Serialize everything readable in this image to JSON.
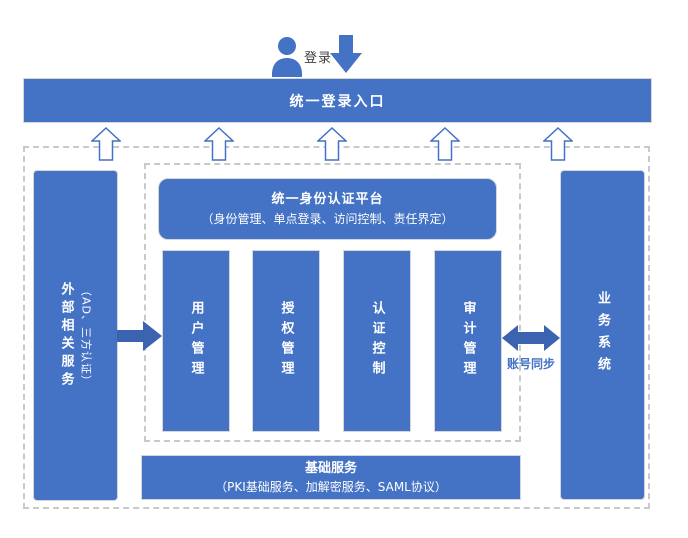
{
  "login": {
    "label": "登录"
  },
  "top_bar": {
    "label": "统一登录入口"
  },
  "outer": {
    "left_bar": {
      "title": "外部相关服务",
      "subtitle": "（AD、三方认证）"
    },
    "platform": {
      "title": "统一身份认证平台",
      "subtitle": "（身份管理、单点登录、访问控制、责任界定）"
    },
    "modules": [
      {
        "label": "用户管理"
      },
      {
        "label": "授权管理"
      },
      {
        "label": "认证控制"
      },
      {
        "label": "审计管理"
      }
    ],
    "sync": {
      "label": "账号同步"
    },
    "right_bar": {
      "title": "业务系统"
    },
    "base": {
      "title": "基础服务",
      "subtitle": "（PKI基础服务、加解密服务、SAML协议）"
    }
  },
  "colors": {
    "primary": "#4472C4",
    "solid_arrow": "#3C63B0",
    "dashed_border": "#C9C9C9",
    "text_on_blue": "#FFFFFF",
    "login_label": "#404040",
    "sync_label": "#4472C4"
  }
}
